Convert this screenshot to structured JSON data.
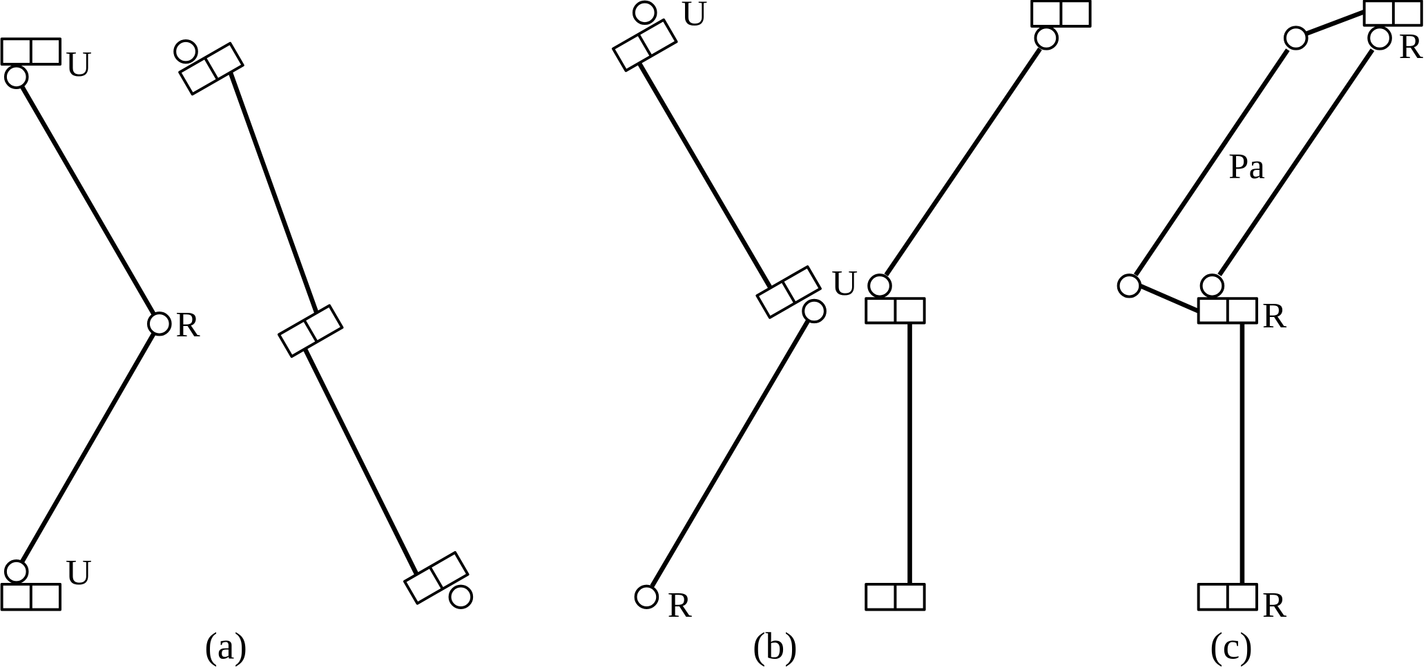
{
  "figure": {
    "panels": [
      {
        "id": "a",
        "caption": "(a)",
        "left_chain": {
          "top_joint_label": "U",
          "middle_joint_label": "R",
          "bottom_joint_label": "U"
        },
        "right_chain": {
          "description_label": ""
        }
      },
      {
        "id": "b",
        "caption": "(b)",
        "left_chain": {
          "top_joint_label": "U",
          "middle_joint_label": "U",
          "bottom_joint_label": "R"
        }
      },
      {
        "id": "c",
        "caption": "(c)",
        "labels": {
          "top_right_joint": "R",
          "parallelogram": "Pa",
          "middle_joint": "R",
          "bottom_joint": "R"
        }
      }
    ],
    "colors": {
      "stroke": "#000000",
      "fill": "#ffffff"
    }
  }
}
